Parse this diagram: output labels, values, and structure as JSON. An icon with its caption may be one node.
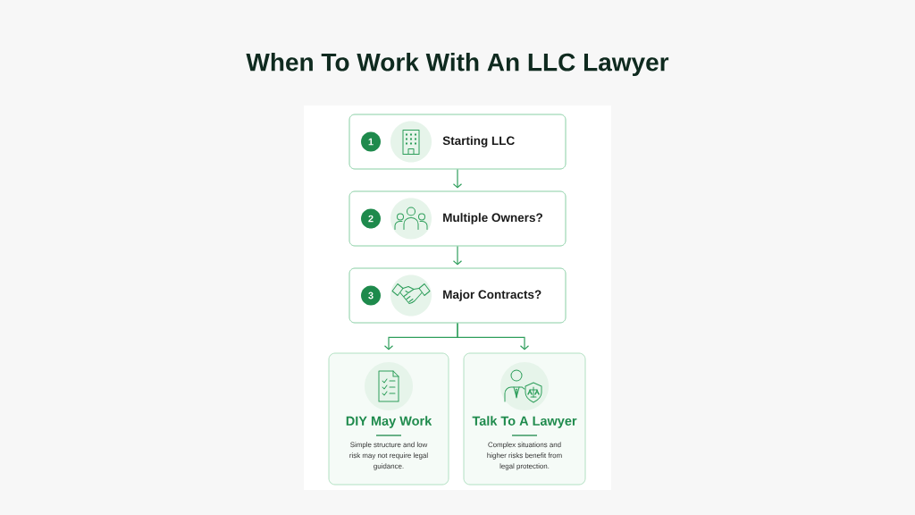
{
  "diagram": {
    "title": "When To Work With An LLC Lawyer",
    "nodes": [
      {
        "text": [
          "1",
          "Starting LLC"
        ]
      },
      {
        "text": [
          "2",
          "Multiple Owners?"
        ]
      },
      {
        "text": [
          "3",
          "Major Contracts?"
        ]
      },
      {
        "text": [
          "DIY May Work",
          "Simple structure and low risk may not require legal guidance."
        ]
      },
      {
        "text": [
          "Talk To A Lawyer",
          "Complex situations and higher risks benefit from legal protection."
        ]
      }
    ],
    "edges": [
      {
        "from": 0,
        "to": 1,
        "arrow": "to"
      },
      {
        "from": 1,
        "to": 2,
        "arrow": "to"
      },
      {
        "from": 2,
        "to": 3,
        "arrow": "to"
      },
      {
        "from": 2,
        "to": 4,
        "arrow": "to"
      }
    ]
  }
}
